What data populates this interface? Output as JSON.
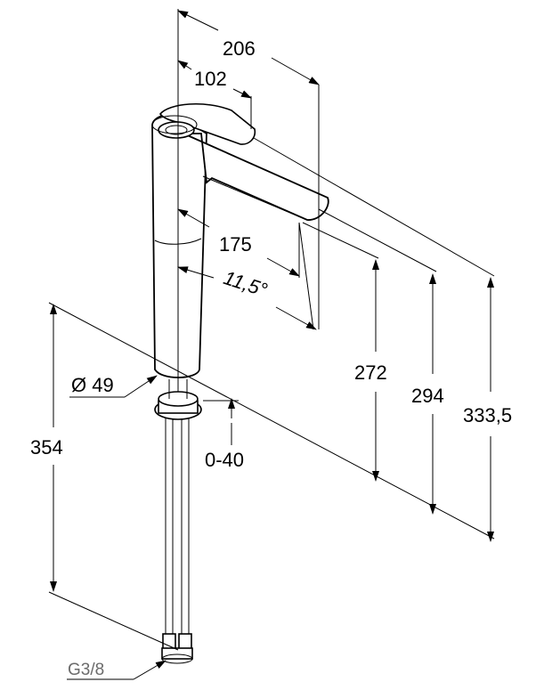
{
  "drawing": {
    "dimensions": {
      "total_length": "206",
      "lever_offset": "102",
      "spout_reach": "175",
      "spout_angle": "11,5°",
      "spout_height": "272",
      "lever_height": "294",
      "total_height": "333,5",
      "hose_length": "354",
      "base_diameter": "Ø 49",
      "clamp_range": "0-40",
      "thread": "G3/8"
    }
  }
}
